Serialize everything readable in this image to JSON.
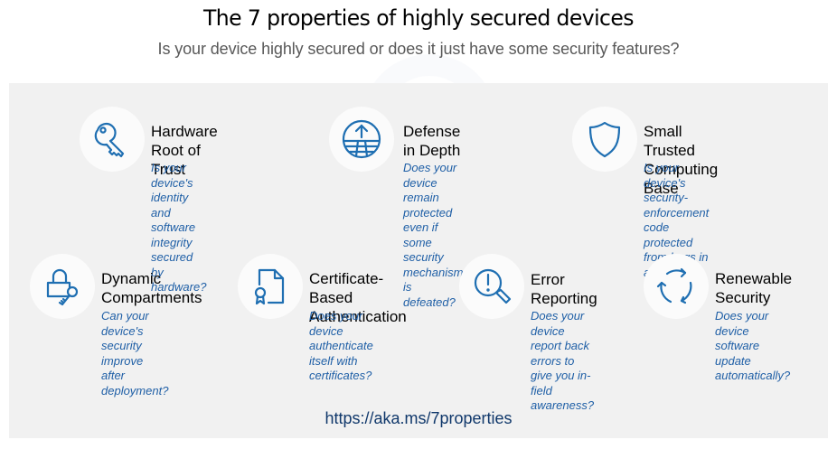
{
  "header": {
    "title": "The 7 properties of highly secured devices",
    "subtitle": "Is your device highly secured or does it just have some security features?"
  },
  "colors": {
    "accent": "#1f6fb2",
    "question_text": "#1f5fa6",
    "panel_bg": "#f1f1f1",
    "url_text": "#10386b"
  },
  "properties": [
    {
      "icon": "key-icon",
      "name": "Hardware\nRoot of Trust",
      "question": "Is your device's identity\nand software integrity\nsecured by hardware?"
    },
    {
      "icon": "defense-in-depth-icon",
      "name": "Defense\nin Depth",
      "question": "Does your device remain\nprotected even if some\nsecurity mechanism is\ndefeated?"
    },
    {
      "icon": "shield-icon",
      "name": "Small Trusted\nComputing Base",
      "question": "Is your device's security-\nenforcement code protected\nfrom bugs in application\ncode?"
    },
    {
      "icon": "lock-key-icon",
      "name": "Dynamic\nCompartments",
      "question": "Can your device's\nsecurity improve after\ndeployment?"
    },
    {
      "icon": "certificate-icon",
      "name": "Certificate-Based\nAuthentication",
      "question": "Does your device\nauthenticate itself with\ncertificates?"
    },
    {
      "icon": "error-search-icon",
      "name": "Error\nReporting",
      "question": "Does your device\nreport back errors to\ngive you in-field\nawareness?"
    },
    {
      "icon": "refresh-cycle-icon",
      "name": "Renewable\nSecurity",
      "question": "Does your device\nsoftware update\nautomatically?"
    }
  ],
  "footer": {
    "url": "https://aka.ms/7properties"
  }
}
